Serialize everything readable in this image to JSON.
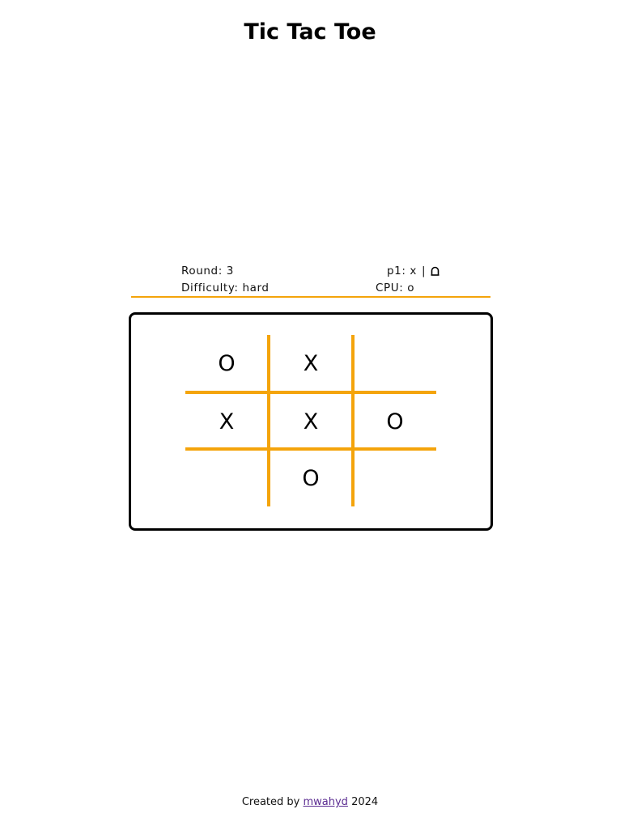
{
  "header": {
    "title": "Tic Tac Toe"
  },
  "status": {
    "round_label": "Round: 3",
    "difficulty_label": "Difficulty: hard",
    "player_label": "p1: x",
    "separator": "|",
    "cpu_label": "CPU: o",
    "home_icon": "home-icon"
  },
  "board": {
    "cells": [
      "O",
      "X",
      "",
      "X",
      "X",
      "O",
      "",
      "O",
      ""
    ]
  },
  "footer": {
    "prefix": "Created by",
    "author_link": "mwahyd",
    "year": "2024"
  },
  "colors": {
    "accent": "#f4a40b",
    "frame": "#000000",
    "link": "#5b2c91"
  }
}
